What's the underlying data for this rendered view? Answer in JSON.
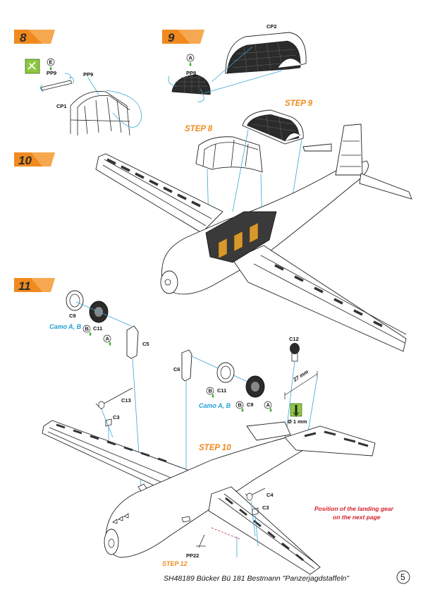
{
  "steps": {
    "s8": "8",
    "s9": "9",
    "s10": "10",
    "s11": "11"
  },
  "step_refs": {
    "step8": "STEP 8",
    "step9": "STEP 9",
    "step10": "STEP 10",
    "step12": "STEP 12"
  },
  "parts": {
    "pp9_a": "PP9",
    "pp9_b": "PP9",
    "cp1": "CP1",
    "pp8": "PP8",
    "cp2": "CP2",
    "c9_a": "C9",
    "c11_a": "C11",
    "c5": "C5",
    "c12": "C12",
    "c6": "C6",
    "c11_b": "C11",
    "c9_b": "C9",
    "c13": "C13",
    "c3_a": "C3",
    "c4": "C4",
    "c3_b": "C3",
    "pp22": "PP22"
  },
  "glue_codes": {
    "e": "E",
    "a1": "A",
    "b1": "B",
    "a2": "A",
    "b2": "B",
    "b3": "B",
    "a3": "A"
  },
  "camo": {
    "first": "Camo A, B",
    "second": "Camo A, B"
  },
  "dims": {
    "length": "27 mm",
    "drill": "Ø 1 mm"
  },
  "notes": {
    "landing_gear_line1": "Position of the landing gear",
    "landing_gear_line2": "on the next page"
  },
  "footer": {
    "title": "SH48189 Bücker Bü 181 Bestmann \"Panzerjagdstaffeln\"",
    "page": "5"
  },
  "colors": {
    "accent_orange": "#f08a1e",
    "leader_blue": "#3aa6d6",
    "camo_blue": "#1f9fd6",
    "note_red": "#d6202a",
    "glue_green": "#4caf3a"
  }
}
